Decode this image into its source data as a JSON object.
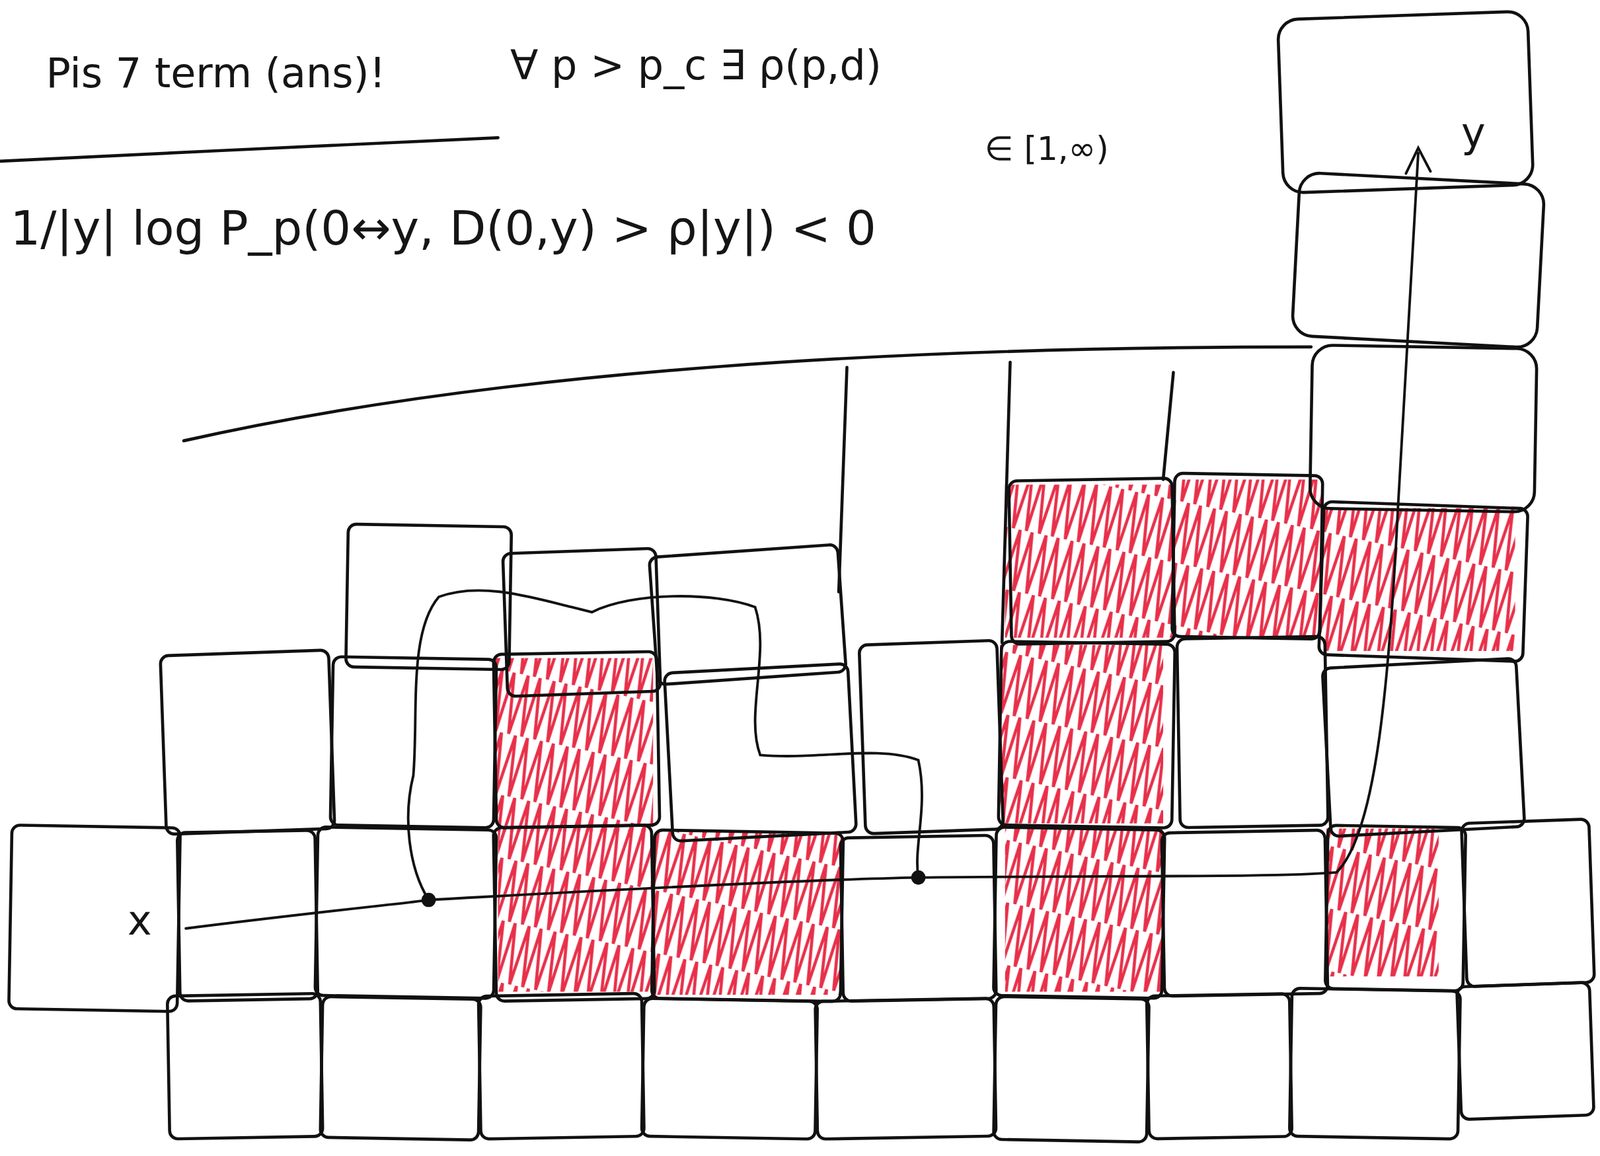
{
  "diagram": {
    "labels": [
      "Pis 7 term (ans)!",
      "∀ p > p_c ∃ ρ(p,d)",
      "∈ [1,∞)",
      "1/|y| log P_p(0↔y, D(0,y) > ρ|y|) < 0",
      "x",
      "y"
    ]
  }
}
